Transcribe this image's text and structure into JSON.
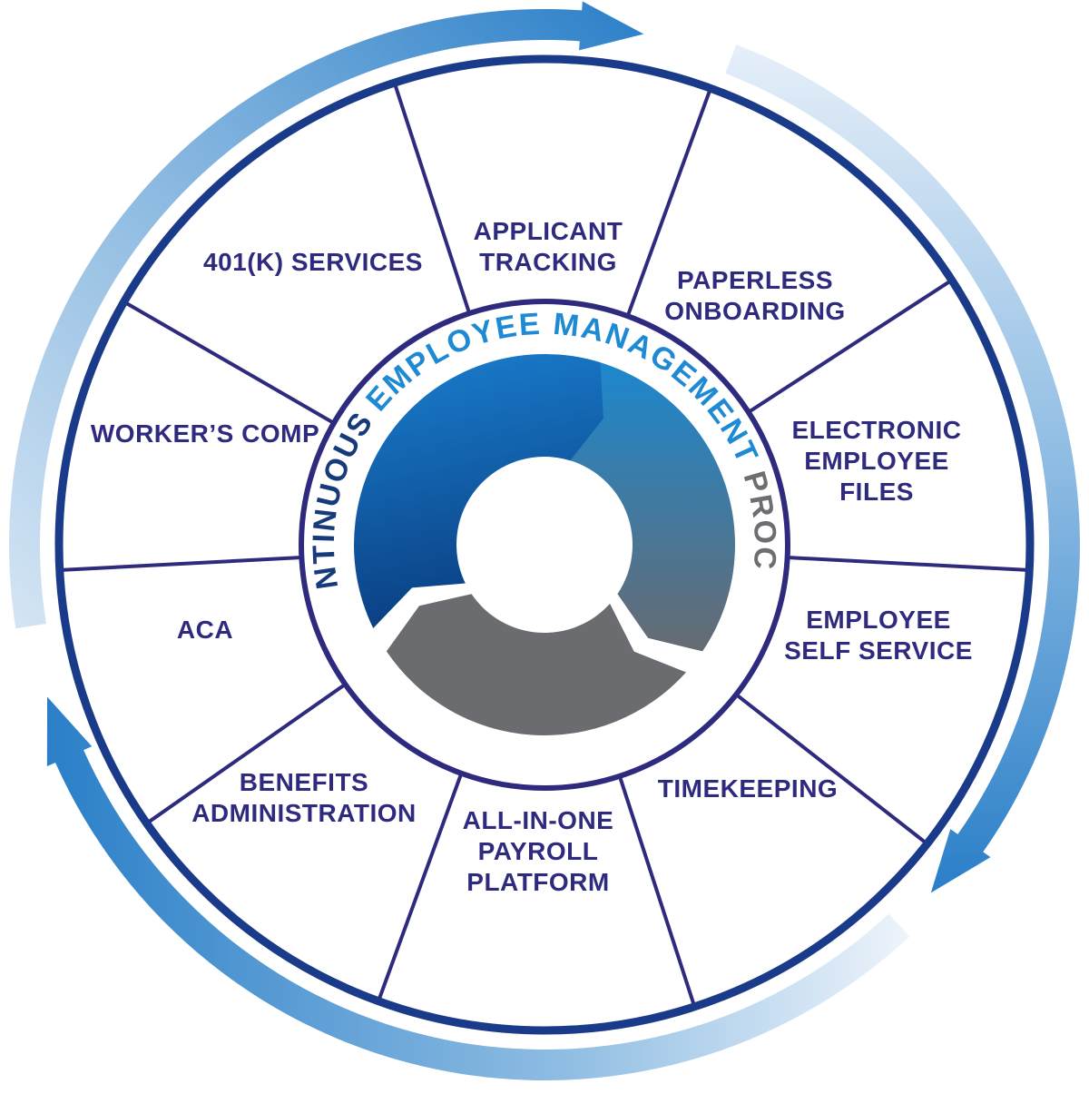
{
  "center": {
    "words": [
      {
        "text": "CONTINUOUS",
        "color": "#173b7a"
      },
      {
        "text": "EMPLOYEE MANAGEMENT",
        "color": "#1e8ad4"
      },
      {
        "text": "PROCESS",
        "color": "#6e6e72"
      }
    ]
  },
  "segments": [
    {
      "name": "applicant-tracking",
      "lines": [
        "APPLICANT",
        "TRACKING"
      ]
    },
    {
      "name": "paperless-onboarding",
      "lines": [
        "PAPERLESS",
        "ONBOARDING"
      ]
    },
    {
      "name": "electronic-employee-files",
      "lines": [
        "ELECTRONIC",
        "EMPLOYEE",
        "FILES"
      ]
    },
    {
      "name": "employee-self-service",
      "lines": [
        "EMPLOYEE",
        "SELF SERVICE"
      ]
    },
    {
      "name": "timekeeping",
      "lines": [
        "TIMEKEEPING"
      ]
    },
    {
      "name": "all-in-one-payroll-platform",
      "lines": [
        "ALL-IN-ONE",
        "PAYROLL",
        "PLATFORM"
      ]
    },
    {
      "name": "benefits-administration",
      "lines": [
        "BENEFITS",
        "ADMINISTRATION"
      ]
    },
    {
      "name": "aca",
      "lines": [
        "ACA"
      ]
    },
    {
      "name": "workers-comp",
      "lines": [
        "WORKER’S COMP"
      ]
    },
    {
      "name": "401k-services",
      "lines": [
        "401(K) SERVICES"
      ]
    }
  ],
  "colors": {
    "ring_navy": "#1a3a8a",
    "divider": "#2e2a7e",
    "label": "#2e2a7e",
    "arrow_blue": "#2a7fc8",
    "arrow_light": "#e4eef8",
    "segment_dark_blue": "#0b4d97",
    "segment_steel": "#4a7aa0",
    "segment_gray": "#6b6c70"
  }
}
